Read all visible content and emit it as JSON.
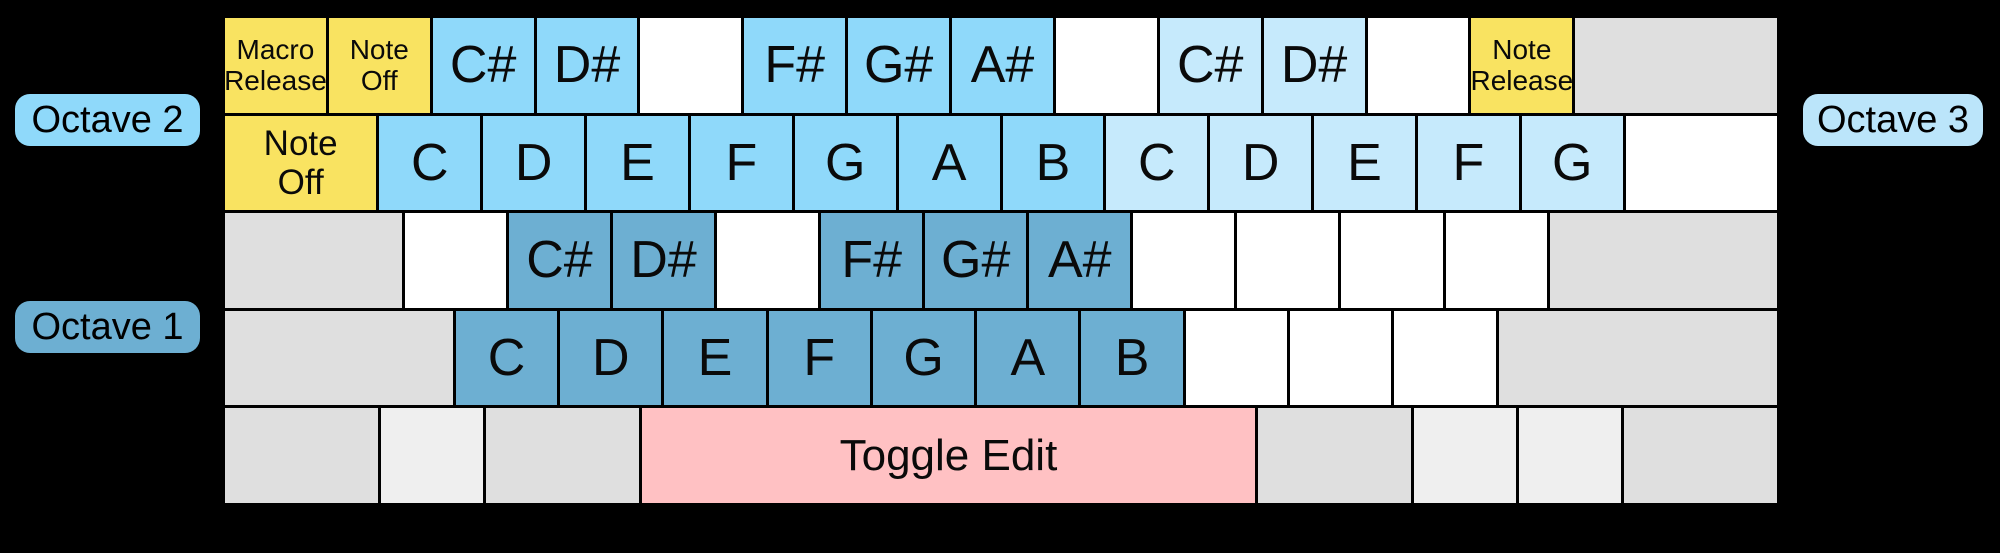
{
  "labels": {
    "octave2": "Octave 2",
    "octave1": "Octave 1",
    "octave3": "Octave 3"
  },
  "colors": {
    "yellow": "#F9E361",
    "octave2_blue": "#8FD9FA",
    "octave3_blue": "#C6EAFC",
    "octave1_blue": "#6DAFD2",
    "pink": "#FFC1C3",
    "gray": "#DFDFDF",
    "gray_light": "#EFEFEF",
    "white": "#FFFFFF",
    "background": "#000000",
    "key_border": "#000000",
    "key_text": "#0a0a0a"
  },
  "keyboard": {
    "rows": [
      {
        "name": "number-row",
        "keys": [
          {
            "label": "Macro\nRelease",
            "color": "yellow",
            "units": 1,
            "size": "small"
          },
          {
            "label": "Note\nOff",
            "color": "yellow",
            "units": 1,
            "size": "small"
          },
          {
            "label": "C#",
            "color": "octave2_blue",
            "units": 1,
            "size": "note"
          },
          {
            "label": "D#",
            "color": "octave2_blue",
            "units": 1,
            "size": "note"
          },
          {
            "label": "",
            "color": "white",
            "units": 1
          },
          {
            "label": "F#",
            "color": "octave2_blue",
            "units": 1,
            "size": "note"
          },
          {
            "label": "G#",
            "color": "octave2_blue",
            "units": 1,
            "size": "note"
          },
          {
            "label": "A#",
            "color": "octave2_blue",
            "units": 1,
            "size": "note"
          },
          {
            "label": "",
            "color": "white",
            "units": 1
          },
          {
            "label": "C#",
            "color": "octave3_blue",
            "units": 1,
            "size": "note"
          },
          {
            "label": "D#",
            "color": "octave3_blue",
            "units": 1,
            "size": "note"
          },
          {
            "label": "",
            "color": "white",
            "units": 1
          },
          {
            "label": "Note\nRelease",
            "color": "yellow",
            "units": 1,
            "size": "small"
          },
          {
            "label": "",
            "color": "gray",
            "units": 2
          }
        ]
      },
      {
        "name": "qwerty-row",
        "keys": [
          {
            "label": "Note\nOff",
            "color": "yellow",
            "units": 1.5,
            "size": "medium"
          },
          {
            "label": "C",
            "color": "octave2_blue",
            "units": 1,
            "size": "note"
          },
          {
            "label": "D",
            "color": "octave2_blue",
            "units": 1,
            "size": "note"
          },
          {
            "label": "E",
            "color": "octave2_blue",
            "units": 1,
            "size": "note"
          },
          {
            "label": "F",
            "color": "octave2_blue",
            "units": 1,
            "size": "note"
          },
          {
            "label": "G",
            "color": "octave2_blue",
            "units": 1,
            "size": "note"
          },
          {
            "label": "A",
            "color": "octave2_blue",
            "units": 1,
            "size": "note"
          },
          {
            "label": "B",
            "color": "octave2_blue",
            "units": 1,
            "size": "note"
          },
          {
            "label": "C",
            "color": "octave3_blue",
            "units": 1,
            "size": "note"
          },
          {
            "label": "D",
            "color": "octave3_blue",
            "units": 1,
            "size": "note"
          },
          {
            "label": "E",
            "color": "octave3_blue",
            "units": 1,
            "size": "note"
          },
          {
            "label": "F",
            "color": "octave3_blue",
            "units": 1,
            "size": "note"
          },
          {
            "label": "G",
            "color": "octave3_blue",
            "units": 1,
            "size": "note"
          },
          {
            "label": "",
            "color": "white",
            "units": 1.5
          }
        ]
      },
      {
        "name": "home-row",
        "keys": [
          {
            "label": "",
            "color": "gray",
            "units": 1.75
          },
          {
            "label": "",
            "color": "white",
            "units": 1
          },
          {
            "label": "C#",
            "color": "octave1_blue",
            "units": 1,
            "size": "note"
          },
          {
            "label": "D#",
            "color": "octave1_blue",
            "units": 1,
            "size": "note"
          },
          {
            "label": "",
            "color": "white",
            "units": 1
          },
          {
            "label": "F#",
            "color": "octave1_blue",
            "units": 1,
            "size": "note"
          },
          {
            "label": "G#",
            "color": "octave1_blue",
            "units": 1,
            "size": "note"
          },
          {
            "label": "A#",
            "color": "octave1_blue",
            "units": 1,
            "size": "note"
          },
          {
            "label": "",
            "color": "white",
            "units": 1
          },
          {
            "label": "",
            "color": "white",
            "units": 1
          },
          {
            "label": "",
            "color": "white",
            "units": 1
          },
          {
            "label": "",
            "color": "white",
            "units": 1
          },
          {
            "label": "",
            "color": "gray",
            "units": 2.25
          }
        ]
      },
      {
        "name": "shift-row",
        "keys": [
          {
            "label": "",
            "color": "gray",
            "units": 2.25
          },
          {
            "label": "C",
            "color": "octave1_blue",
            "units": 1,
            "size": "note"
          },
          {
            "label": "D",
            "color": "octave1_blue",
            "units": 1,
            "size": "note"
          },
          {
            "label": "E",
            "color": "octave1_blue",
            "units": 1,
            "size": "note"
          },
          {
            "label": "F",
            "color": "octave1_blue",
            "units": 1,
            "size": "note"
          },
          {
            "label": "G",
            "color": "octave1_blue",
            "units": 1,
            "size": "note"
          },
          {
            "label": "A",
            "color": "octave1_blue",
            "units": 1,
            "size": "note"
          },
          {
            "label": "B",
            "color": "octave1_blue",
            "units": 1,
            "size": "note"
          },
          {
            "label": "",
            "color": "white",
            "units": 1
          },
          {
            "label": "",
            "color": "white",
            "units": 1
          },
          {
            "label": "",
            "color": "white",
            "units": 1
          },
          {
            "label": "",
            "color": "gray",
            "units": 2.75
          }
        ]
      },
      {
        "name": "space-row",
        "keys": [
          {
            "label": "",
            "color": "gray",
            "units": 1.5
          },
          {
            "label": "",
            "color": "gray_light",
            "units": 1
          },
          {
            "label": "",
            "color": "gray",
            "units": 1.5
          },
          {
            "label": "Toggle Edit",
            "color": "pink",
            "units": 6,
            "size": "space"
          },
          {
            "label": "",
            "color": "gray",
            "units": 1.5
          },
          {
            "label": "",
            "color": "gray_light",
            "units": 1
          },
          {
            "label": "",
            "color": "gray_light",
            "units": 1
          },
          {
            "label": "",
            "color": "gray",
            "units": 1.5
          }
        ]
      }
    ]
  }
}
